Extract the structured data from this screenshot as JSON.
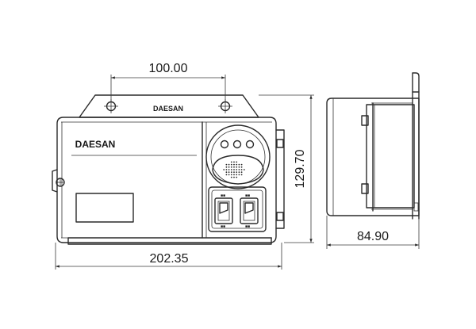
{
  "dimensions": {
    "top_width": "100.00",
    "overall_width": "202.35",
    "height": "129.70",
    "depth": "84.90"
  },
  "labels": {
    "brand_top": "DAESAN",
    "brand_body": "DAESAN"
  }
}
